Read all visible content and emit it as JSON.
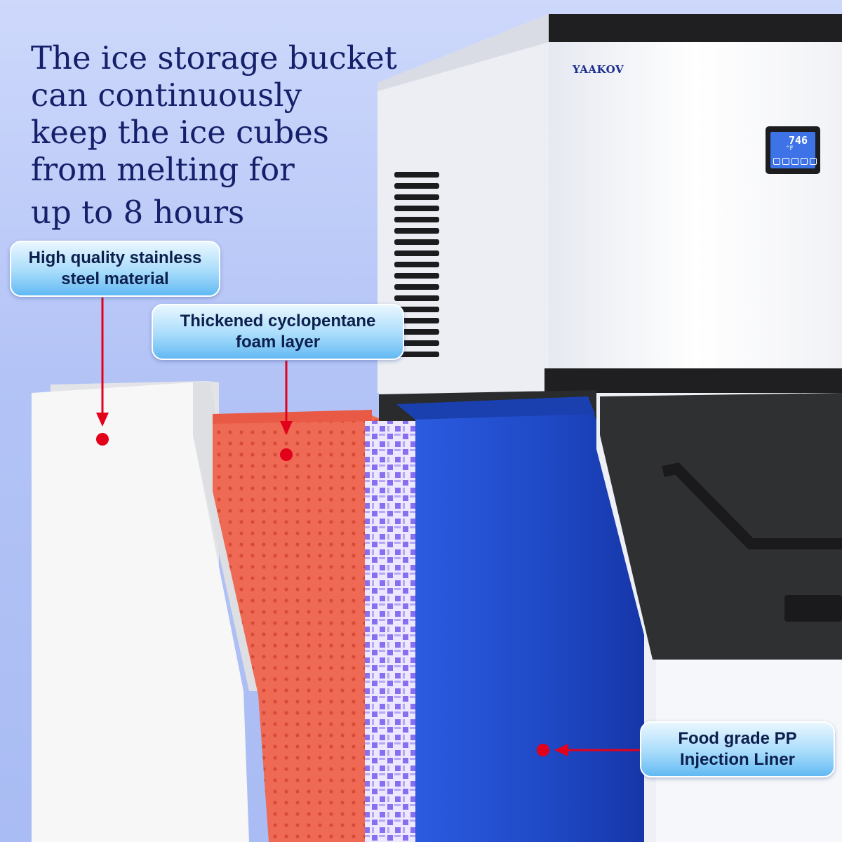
{
  "headline": {
    "lines": [
      "The ice storage bucket",
      "can continuously",
      "keep the ice cubes",
      "from melting for",
      "up to 8 hours"
    ]
  },
  "callouts": {
    "steel": {
      "line1": "High quality stainless",
      "line2": "steel material"
    },
    "foam": {
      "line1": "Thickened cyclopentane",
      "line2": "foam layer"
    },
    "liner": {
      "line1": "Food grade PP",
      "line2": "Injection Liner"
    }
  },
  "machine": {
    "brand": "YAAKOV",
    "display_reading": "746",
    "display_unit": "°F"
  },
  "colors": {
    "headline": "#15206a",
    "pointer": "#e3001b",
    "steel_layer": "#f4f4f4",
    "foam_layer": "#ee6a55",
    "liner_layer": "#1f4fc8",
    "bin_door": "#2f3032"
  }
}
